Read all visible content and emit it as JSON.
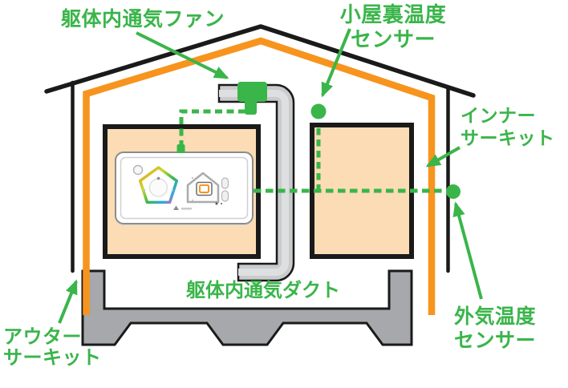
{
  "diagram": {
    "type": "house-ventilation-system-cutaway",
    "labels": {
      "fan": "躯体内通気ファン",
      "attic_sensor": [
        "小屋裏温度",
        "センサー"
      ],
      "inner_circuit": [
        "インナー",
        "サーキット"
      ],
      "outdoor_sensor": [
        "外気温度",
        "センサー"
      ],
      "outer_circuit": [
        "アウター",
        "サーキット"
      ],
      "duct": "躯体内通気ダクト"
    },
    "colors": {
      "label_green": "#3AB54A",
      "circuit_orange": "#F7941E",
      "room_fill": "#FBDCB4",
      "foundation_gray": "#A6A8AB",
      "duct_gray": "#C9CBCD",
      "outline_black": "#1A1A1A"
    },
    "icons": {
      "fan_unit": "green-fan-box-icon",
      "attic_sensor_dot": "green-circle-sensor-icon",
      "outdoor_sensor_dot": "green-circle-sensor-icon",
      "control_panel": "wall-controller-icon"
    }
  }
}
